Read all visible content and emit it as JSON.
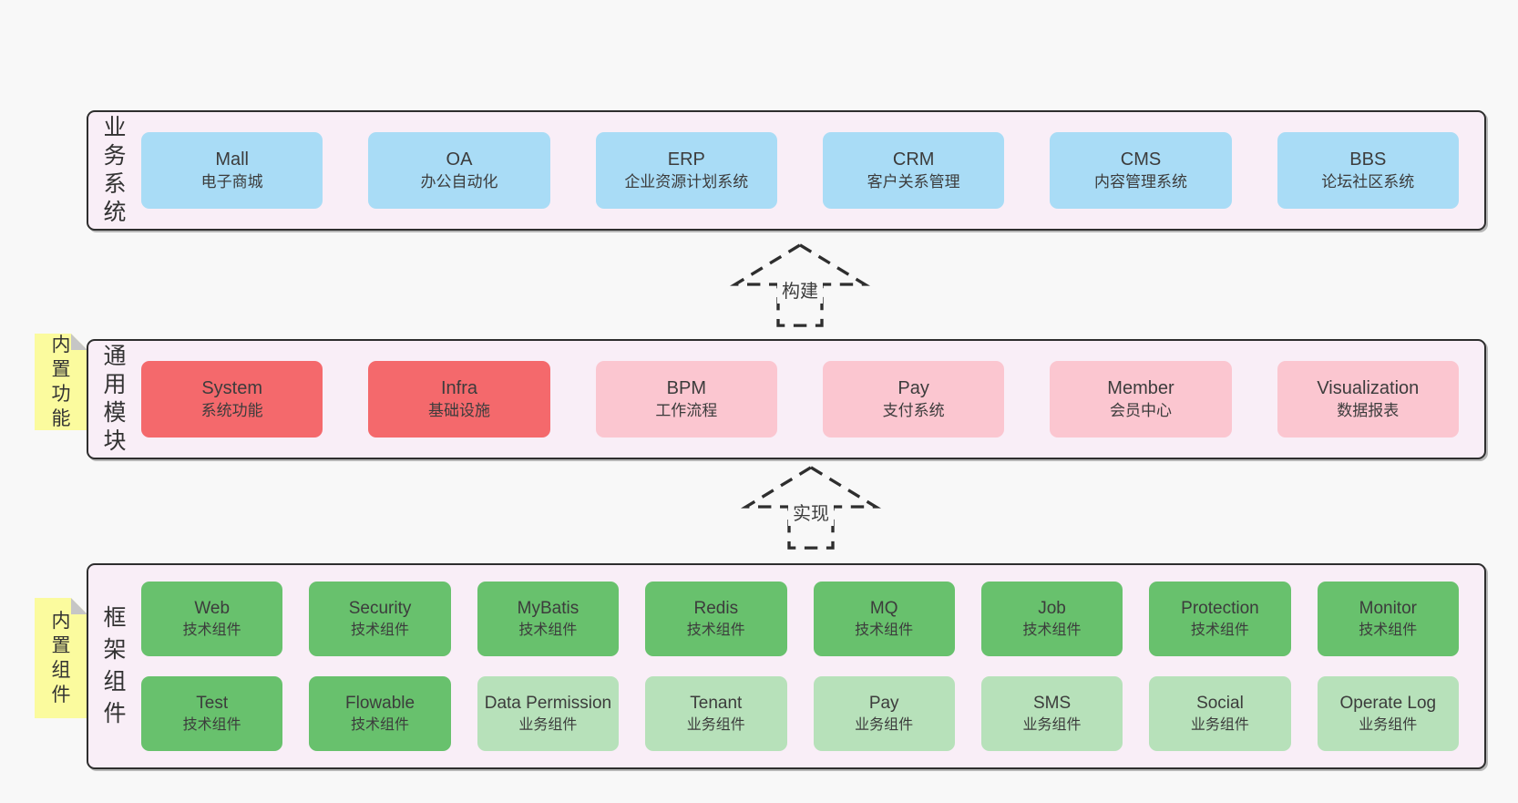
{
  "diagram_title": "architecture-overview",
  "colors": {
    "page_bg": "#f8f8f8",
    "band_bg": "#f9eef7",
    "band_border": "#2e2e2e",
    "blue_node": "#a9dcf6",
    "red_node": "#f4696c",
    "pink_node": "#fbc6d0",
    "green_node": "#68c16d",
    "light_green_node": "#b7e1ba",
    "sticky_yellow": "#fbfb9e",
    "sticky_fold_gray": "#c6c6c6",
    "text": "#3c3c3c"
  },
  "arrows": [
    {
      "label": "构建"
    },
    {
      "label": "实现"
    }
  ],
  "stickies": [
    {
      "text": "内置功能"
    },
    {
      "text": "内置组件"
    }
  ],
  "bands": [
    {
      "label": "业务系统",
      "boxes": [
        {
          "name": "Mall",
          "desc": "电子商城"
        },
        {
          "name": "OA",
          "desc": "办公自动化"
        },
        {
          "name": "ERP",
          "desc": "企业资源计划系统"
        },
        {
          "name": "CRM",
          "desc": "客户关系管理"
        },
        {
          "name": "CMS",
          "desc": "内容管理系统"
        },
        {
          "name": "BBS",
          "desc": "论坛社区系统"
        }
      ]
    },
    {
      "label": "通用模块",
      "boxes": [
        {
          "name": "System",
          "desc": "系统功能"
        },
        {
          "name": "Infra",
          "desc": "基础设施"
        },
        {
          "name": "BPM",
          "desc": "工作流程"
        },
        {
          "name": "Pay",
          "desc": "支付系统"
        },
        {
          "name": "Member",
          "desc": "会员中心"
        },
        {
          "name": "Visualization",
          "desc": "数据报表"
        }
      ]
    },
    {
      "label": "框架组件",
      "rows": [
        [
          {
            "name": "Web",
            "desc": "技术组件"
          },
          {
            "name": "Security",
            "desc": "技术组件"
          },
          {
            "name": "MyBatis",
            "desc": "技术组件"
          },
          {
            "name": "Redis",
            "desc": "技术组件"
          },
          {
            "name": "MQ",
            "desc": "技术组件"
          },
          {
            "name": "Job",
            "desc": "技术组件"
          },
          {
            "name": "Protection",
            "desc": "技术组件"
          },
          {
            "name": "Monitor",
            "desc": "技术组件"
          }
        ],
        [
          {
            "name": "Test",
            "desc": "技术组件"
          },
          {
            "name": "Flowable",
            "desc": "技术组件"
          },
          {
            "name": "Data Permission",
            "desc": "业务组件"
          },
          {
            "name": "Tenant",
            "desc": "业务组件"
          },
          {
            "name": "Pay",
            "desc": "业务组件"
          },
          {
            "name": "SMS",
            "desc": "业务组件"
          },
          {
            "name": "Social",
            "desc": "业务组件"
          },
          {
            "name": "Operate Log",
            "desc": "业务组件"
          }
        ]
      ]
    }
  ]
}
